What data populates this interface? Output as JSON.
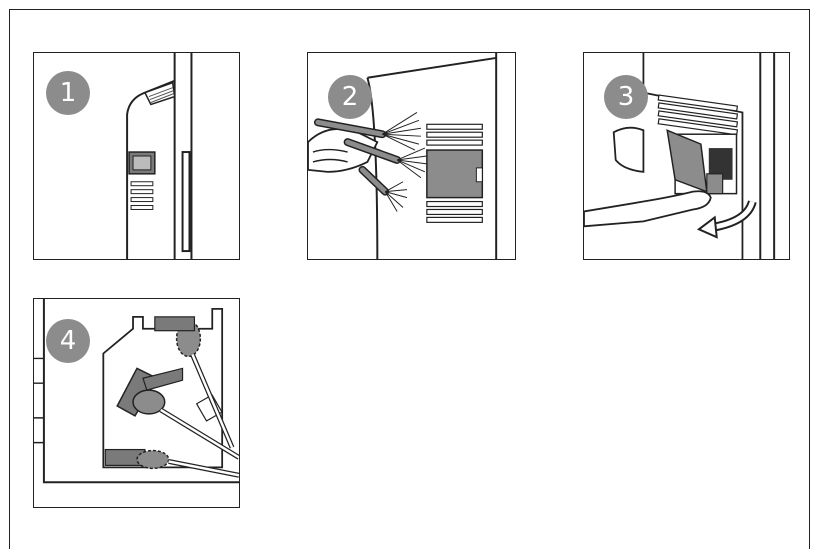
{
  "steps": [
    {
      "number": "1"
    },
    {
      "number": "2"
    },
    {
      "number": "3"
    },
    {
      "number": "4"
    }
  ],
  "colors": {
    "badge": "#8c8c8c",
    "line": "#222222",
    "brush_gray": "#7a7a7a",
    "fill_light": "#ffffff"
  }
}
